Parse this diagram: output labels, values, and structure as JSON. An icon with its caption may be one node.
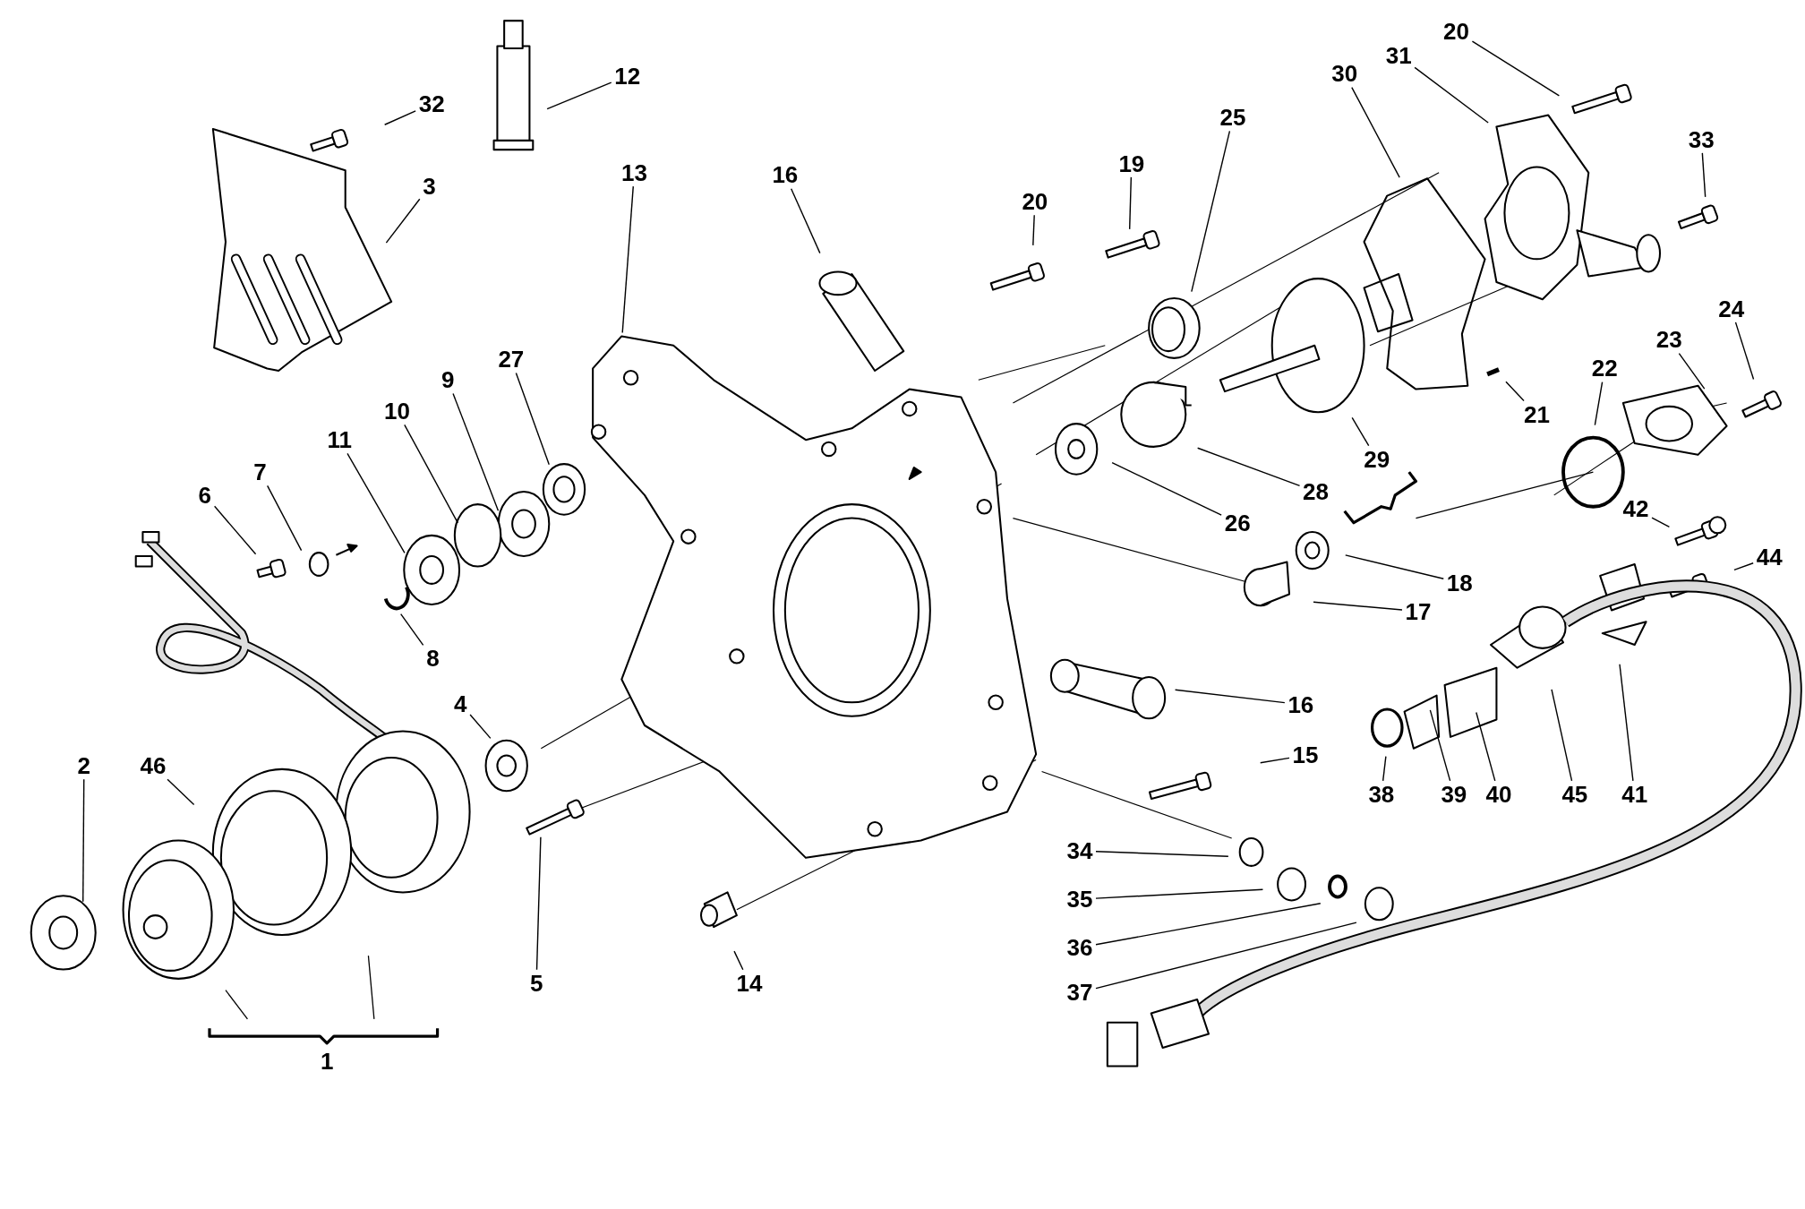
{
  "diagram": {
    "nodes": [
      {
        "text": [
          "12"
        ]
      },
      {
        "text": [
          "32"
        ]
      },
      {
        "text": [
          "3"
        ]
      },
      {
        "text": [
          "13"
        ]
      },
      {
        "text": [
          "16"
        ]
      },
      {
        "text": [
          "20"
        ]
      },
      {
        "text": [
          "19"
        ]
      },
      {
        "text": [
          "25"
        ]
      },
      {
        "text": [
          "30"
        ]
      },
      {
        "text": [
          "31"
        ]
      },
      {
        "text": [
          "20"
        ]
      },
      {
        "text": [
          "33"
        ]
      },
      {
        "text": [
          "24"
        ]
      },
      {
        "text": [
          "23"
        ]
      },
      {
        "text": [
          "22"
        ]
      },
      {
        "text": [
          "21"
        ]
      },
      {
        "text": [
          "29"
        ]
      },
      {
        "text": [
          "28"
        ]
      },
      {
        "text": [
          "26"
        ]
      },
      {
        "text": [
          "27"
        ]
      },
      {
        "text": [
          "9"
        ]
      },
      {
        "text": [
          "10"
        ]
      },
      {
        "text": [
          "11"
        ]
      },
      {
        "text": [
          "6"
        ]
      },
      {
        "text": [
          "7"
        ]
      },
      {
        "text": [
          "8"
        ]
      },
      {
        "text": [
          "42"
        ]
      },
      {
        "text": [
          "18"
        ]
      },
      {
        "text": [
          "17"
        ]
      },
      {
        "text": [
          "44"
        ]
      },
      {
        "text": [
          "4"
        ]
      },
      {
        "text": [
          "16"
        ]
      },
      {
        "text": [
          "15"
        ]
      },
      {
        "text": [
          "34"
        ]
      },
      {
        "text": [
          "35"
        ]
      },
      {
        "text": [
          "36"
        ]
      },
      {
        "text": [
          "37"
        ]
      },
      {
        "text": [
          "38"
        ]
      },
      {
        "text": [
          "39"
        ]
      },
      {
        "text": [
          "40"
        ]
      },
      {
        "text": [
          "45"
        ]
      },
      {
        "text": [
          "41"
        ]
      },
      {
        "text": [
          "5"
        ]
      },
      {
        "text": [
          "14"
        ]
      },
      {
        "text": [
          "2"
        ]
      },
      {
        "text": [
          "46"
        ]
      }
    ],
    "edges": [
      {
        "from": 0,
        "to": null,
        "arrow": "none"
      },
      {
        "from": 1,
        "to": null,
        "arrow": "none"
      },
      {
        "from": 2,
        "to": null,
        "arrow": "none"
      },
      {
        "from": 3,
        "to": null,
        "arrow": "none"
      },
      {
        "from": 4,
        "to": null,
        "arrow": "none"
      },
      {
        "from": 5,
        "to": null,
        "arrow": "none"
      },
      {
        "from": 6,
        "to": null,
        "arrow": "none"
      },
      {
        "from": 7,
        "to": null,
        "arrow": "none"
      },
      {
        "from": 8,
        "to": null,
        "arrow": "none"
      },
      {
        "from": 9,
        "to": null,
        "arrow": "none"
      },
      {
        "from": 10,
        "to": null,
        "arrow": "none"
      },
      {
        "from": 11,
        "to": null,
        "arrow": "none"
      },
      {
        "from": 12,
        "to": null,
        "arrow": "none"
      },
      {
        "from": 13,
        "to": null,
        "arrow": "none"
      },
      {
        "from": 14,
        "to": null,
        "arrow": "none"
      },
      {
        "from": 15,
        "to": null,
        "arrow": "none"
      },
      {
        "from": 16,
        "to": null,
        "arrow": "none"
      },
      {
        "from": 17,
        "to": null,
        "arrow": "none"
      },
      {
        "from": 18,
        "to": null,
        "arrow": "none"
      },
      {
        "from": 19,
        "to": null,
        "arrow": "none"
      },
      {
        "from": 20,
        "to": null,
        "arrow": "none"
      },
      {
        "from": 21,
        "to": null,
        "arrow": "none"
      },
      {
        "from": 22,
        "to": null,
        "arrow": "none"
      },
      {
        "from": 23,
        "to": null,
        "arrow": "none"
      },
      {
        "from": 24,
        "to": null,
        "arrow": "none"
      },
      {
        "from": 25,
        "to": null,
        "arrow": "none"
      },
      {
        "from": 26,
        "to": null,
        "arrow": "none"
      },
      {
        "from": 27,
        "to": null,
        "arrow": "none"
      },
      {
        "from": 28,
        "to": null,
        "arrow": "none"
      },
      {
        "from": 29,
        "to": null,
        "arrow": "none"
      },
      {
        "from": 30,
        "to": null,
        "arrow": "none"
      },
      {
        "from": 31,
        "to": null,
        "arrow": "none"
      },
      {
        "from": 32,
        "to": null,
        "arrow": "none"
      },
      {
        "from": 33,
        "to": null,
        "arrow": "none"
      },
      {
        "from": 34,
        "to": null,
        "arrow": "none"
      },
      {
        "from": 35,
        "to": null,
        "arrow": "none"
      },
      {
        "from": 36,
        "to": null,
        "arrow": "none"
      },
      {
        "from": 37,
        "to": null,
        "arrow": "none"
      },
      {
        "from": 38,
        "to": null,
        "arrow": "none"
      },
      {
        "from": 39,
        "to": null,
        "arrow": "none"
      },
      {
        "from": 40,
        "to": null,
        "arrow": "none"
      },
      {
        "from": 41,
        "to": null,
        "arrow": "none"
      },
      {
        "from": 42,
        "to": null,
        "arrow": "none"
      },
      {
        "from": 43,
        "to": null,
        "arrow": "none"
      },
      {
        "from": 44,
        "to": null,
        "arrow": "none"
      },
      {
        "from": 45,
        "to": null,
        "arrow": "none"
      }
    ],
    "labels": [
      "1"
    ]
  }
}
